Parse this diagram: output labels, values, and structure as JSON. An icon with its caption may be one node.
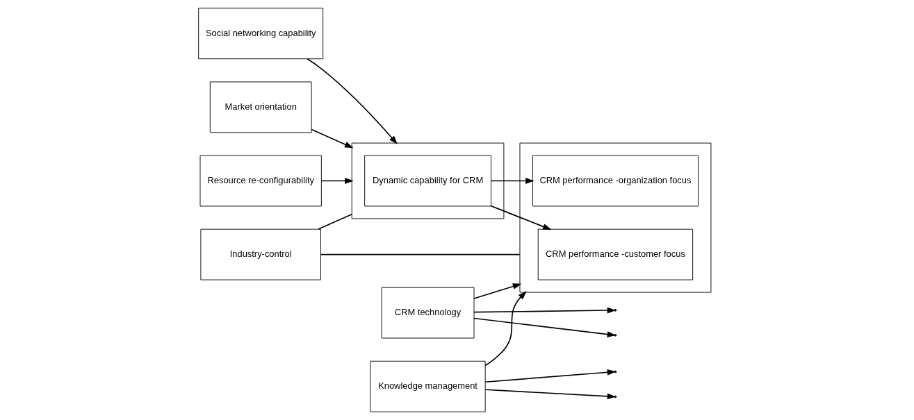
{
  "diagram": {
    "nodes": [
      {
        "text": [
          "Resource re-configurability"
        ]
      },
      {
        "text": [
          "Social networking capability"
        ]
      },
      {
        "text": [
          "Market orientation"
        ]
      },
      {
        "text": [],
        "shape": "box"
      },
      {
        "text": [
          "Dynamic capability for CRM"
        ],
        "in": 3
      },
      {
        "text": [
          "CRM technology"
        ]
      },
      {
        "text": [],
        "shape": "box"
      },
      {
        "text": [
          "CRM performance -customer focus"
        ],
        "in": 6
      },
      {
        "text": [
          "CRM performance -organization focus"
        ],
        "in": 6
      },
      {
        "text": [
          "Knowledge management"
        ]
      },
      {
        "text": [
          "Industry-control"
        ]
      }
    ],
    "edges": [
      {
        "from": 0,
        "to": 3,
        "arrow": "to"
      },
      {
        "from": 1,
        "to": 3,
        "arrow": "to"
      },
      {
        "from": 2,
        "to": 3,
        "arrow": "to"
      },
      {
        "from": 4,
        "to": 7,
        "arrow": "to"
      },
      {
        "from": 4,
        "to": 8,
        "arrow": "to"
      },
      {
        "from": 5,
        "to": 6,
        "arrow": "to"
      },
      {
        "from": 5,
        "to": null,
        "arrow": "to"
      },
      {
        "from": 5,
        "to": null,
        "arrow": "to"
      },
      {
        "from": 9,
        "to": null,
        "arrow": "to"
      },
      {
        "from": 9,
        "to": null,
        "arrow": "to"
      },
      {
        "from": 9,
        "to": 6,
        "arrow": "to"
      },
      {
        "from": 10,
        "to": 3,
        "arrow": "none"
      },
      {
        "from": 10,
        "to": 6,
        "arrow": "none"
      }
    ]
  }
}
